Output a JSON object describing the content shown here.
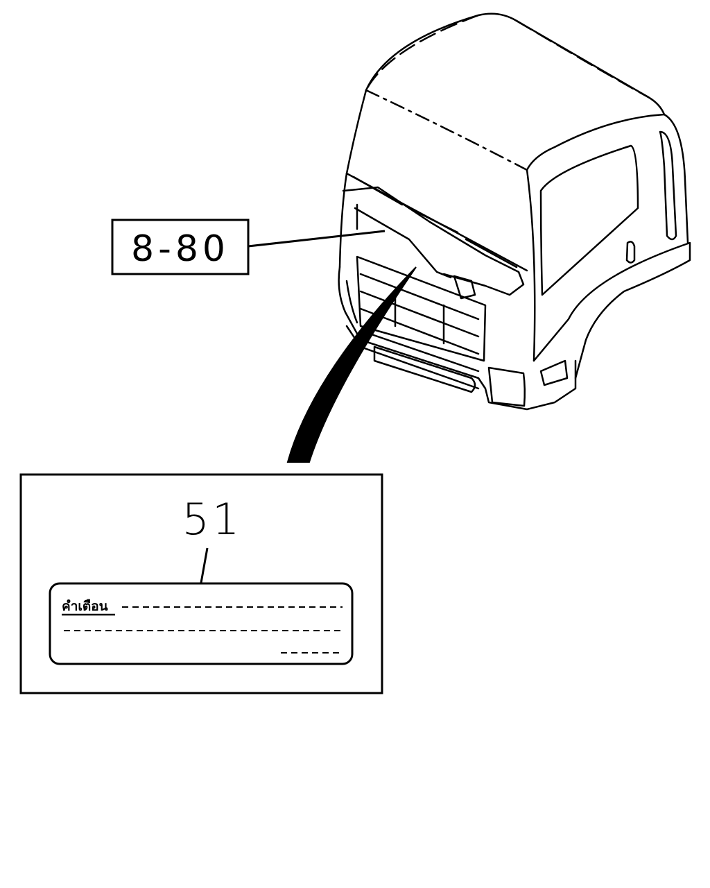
{
  "diagram": {
    "reference_label": "8-80",
    "part_number": "51",
    "decal": {
      "warning_word": "คำเตือน"
    }
  },
  "colors": {
    "line": "#000000",
    "background": "#ffffff"
  }
}
